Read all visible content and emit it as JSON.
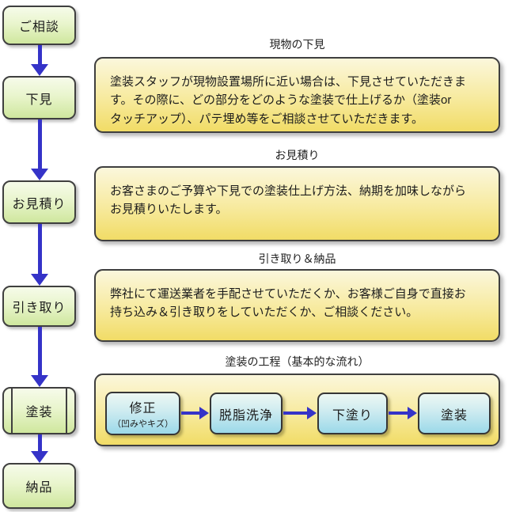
{
  "flow": {
    "steps": [
      {
        "label": "ご相談"
      },
      {
        "label": "下見"
      },
      {
        "label": "お見積り"
      },
      {
        "label": "引き取り"
      },
      {
        "label": "塗装"
      },
      {
        "label": "納品"
      }
    ]
  },
  "panels": [
    {
      "title": "現物の下見",
      "body": "塗装スタッフが現物設置場所に近い場合は、下見させていただきま\nす。その際に、どの部分をどのような塗装で仕上げるか（塗装or\nタッチアップ）、パテ埋め等をご相談させていただきます。"
    },
    {
      "title": "お見積り",
      "body": "お客さまのご予算や下見での塗装仕上げ方法、納期を加味しながら\nお見積りいたします。"
    },
    {
      "title": "引き取り＆納品",
      "body": "弊社にて運送業者を手配させていただくか、お客様ご自身で直接お\n持ち込み＆引き取りをしていただくか、ご相談ください。"
    },
    {
      "title": "塗装の工程（基本的な流れ）",
      "body": ""
    }
  ],
  "process": {
    "steps": [
      {
        "label": "修正",
        "sublabel": "（凹みやキズ）"
      },
      {
        "label": "脱脂洗浄",
        "sublabel": ""
      },
      {
        "label": "下塗り",
        "sublabel": ""
      },
      {
        "label": "塗装",
        "sublabel": ""
      }
    ]
  },
  "colors": {
    "arrow_blue": "#3533c8",
    "node_green_top": "#f6fbea",
    "node_green_bottom": "#cfe79e",
    "panel_yellow_top": "#fbf7dc",
    "panel_yellow_bottom": "#f1dc66",
    "node_blue_top": "#edf8f3",
    "node_blue_bottom": "#9bd9e9",
    "border_dark": "#3f3f3f"
  }
}
